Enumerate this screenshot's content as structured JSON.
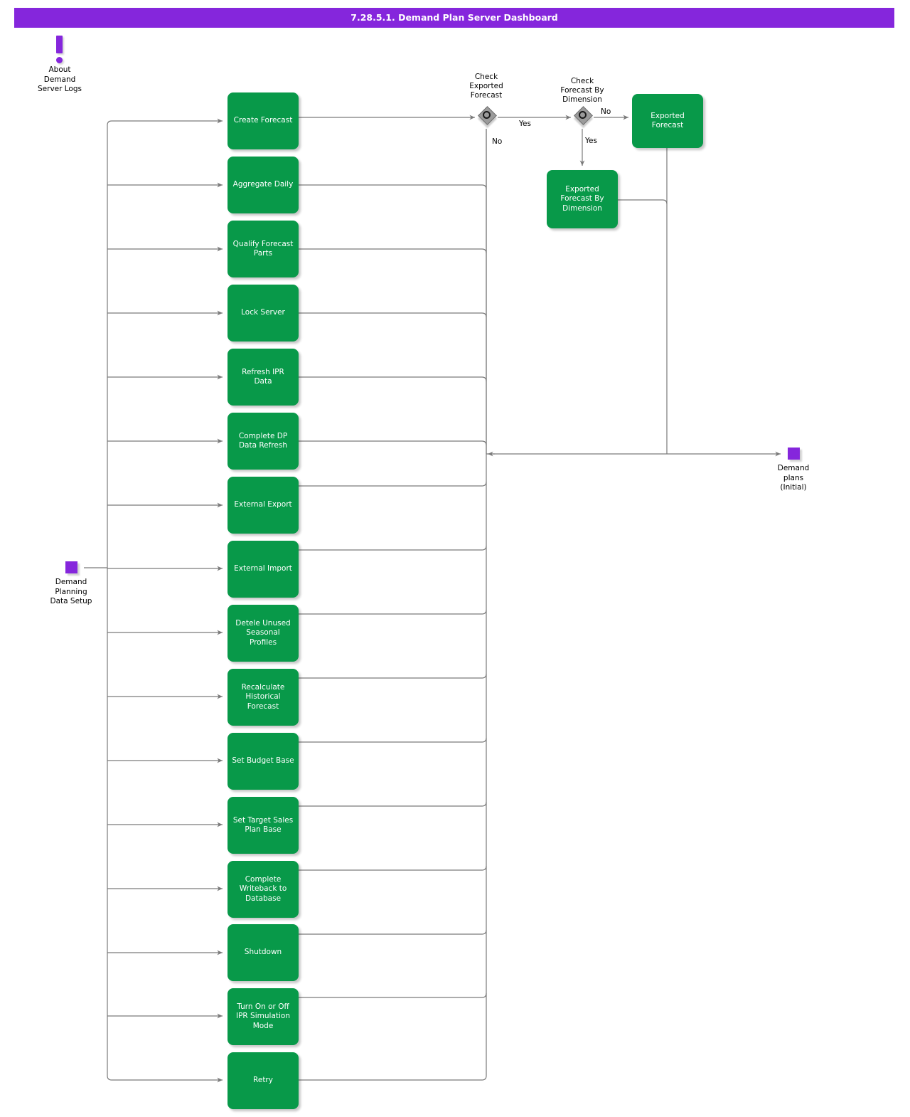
{
  "header": {
    "title": "7.28.5.1. Demand Plan Server Dashboard",
    "bar_color": "#8526DC",
    "text_color": "#FFFFFF"
  },
  "colors": {
    "activity_green": "#089949",
    "pin_purple": "#8526DC",
    "decision_gray": "#9B9B9B",
    "edge_gray": "#808080",
    "text_dark": "#000000"
  },
  "notes": [
    {
      "id": "about-demand-server-logs",
      "icon": "exclamation-mark-icon",
      "label": "About\nDemand\nServer Logs",
      "label_lines": [
        "About",
        "Demand",
        "Server Logs"
      ]
    }
  ],
  "pins": [
    {
      "id": "demand-planning-data-setup",
      "label_lines": [
        "Demand",
        "Planning",
        "Data Setup"
      ],
      "kind": "input-pin"
    },
    {
      "id": "demand-plans-initial",
      "label_lines": [
        "Demand",
        "plans",
        "(Initial)"
      ],
      "kind": "output-pin"
    }
  ],
  "activities": [
    {
      "id": "create-forecast",
      "label_lines": [
        "Create Forecast"
      ]
    },
    {
      "id": "aggregate-daily",
      "label_lines": [
        "Aggregate Daily"
      ]
    },
    {
      "id": "qualify-forecast-parts",
      "label_lines": [
        "Qualify Forecast",
        "Parts"
      ]
    },
    {
      "id": "lock-server",
      "label_lines": [
        "Lock Server"
      ]
    },
    {
      "id": "refresh-ipr-data",
      "label_lines": [
        "Refresh IPR",
        "Data"
      ]
    },
    {
      "id": "complete-dp-data-refresh",
      "label_lines": [
        "Complete DP",
        "Data Refresh"
      ]
    },
    {
      "id": "external-export",
      "label_lines": [
        "External Export"
      ]
    },
    {
      "id": "external-import",
      "label_lines": [
        "External Import"
      ]
    },
    {
      "id": "detele-unused-seasonal-profiles",
      "label_lines": [
        "Detele Unused",
        "Seasonal",
        "Profiles"
      ]
    },
    {
      "id": "recalculate-historical-forecast",
      "label_lines": [
        "Recalculate",
        "Historical",
        "Forecast"
      ]
    },
    {
      "id": "set-budget-base",
      "label_lines": [
        "Set Budget Base"
      ]
    },
    {
      "id": "set-target-sales-plan-base",
      "label_lines": [
        "Set Target Sales",
        "Plan Base"
      ]
    },
    {
      "id": "complete-writeback-to-database",
      "label_lines": [
        "Complete",
        "Writeback to",
        "Database"
      ]
    },
    {
      "id": "shutdown",
      "label_lines": [
        "Shutdown"
      ]
    },
    {
      "id": "turn-on-or-off-ipr-simulation-mode",
      "label_lines": [
        "Turn On or Off",
        "IPR Simulation",
        "Mode"
      ]
    },
    {
      "id": "retry",
      "label_lines": [
        "Retry"
      ]
    }
  ],
  "result_activities": [
    {
      "id": "exported-forecast",
      "label_lines": [
        "Exported",
        "Forecast"
      ]
    },
    {
      "id": "exported-forecast-by-dimension",
      "label_lines": [
        "Exported",
        "Forecast By",
        "Dimension"
      ]
    }
  ],
  "decisions": [
    {
      "id": "check-exported-forecast",
      "caption_lines": [
        "Check",
        "Exported",
        "Forecast"
      ],
      "branches": [
        {
          "guard": "Yes"
        },
        {
          "guard": "No"
        }
      ]
    },
    {
      "id": "check-forecast-by-dimension",
      "caption_lines": [
        "Check",
        "Forecast By",
        "Dimension"
      ],
      "branches": [
        {
          "guard": "No"
        },
        {
          "guard": "Yes"
        }
      ]
    }
  ]
}
